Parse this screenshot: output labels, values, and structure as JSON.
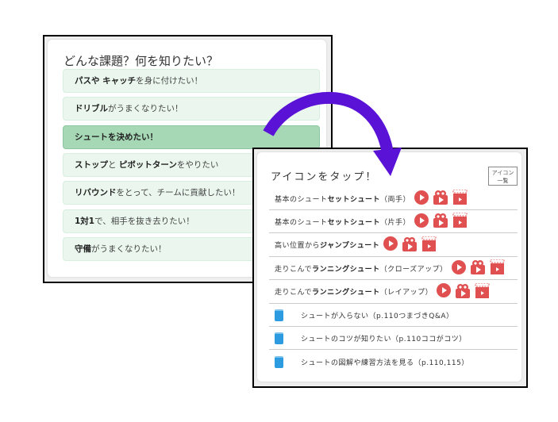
{
  "left": {
    "title": "どんな課題？何を知りたい？",
    "items": [
      [
        {
          "t": "パスや ",
          "b": true
        },
        {
          "t": "キャッチ",
          "b": true
        },
        {
          "t": "を身に付けたい！",
          "b": false
        }
      ],
      [
        {
          "t": "ドリブル",
          "b": true
        },
        {
          "t": "がうまくなりたい！",
          "b": false
        }
      ],
      [
        {
          "t": "シュートを決めたい！",
          "b": true
        }
      ],
      [
        {
          "t": "ストップ",
          "b": true
        },
        {
          "t": "と ",
          "b": false
        },
        {
          "t": "ピボットターン",
          "b": true
        },
        {
          "t": "をやりたい",
          "b": false
        }
      ],
      [
        {
          "t": "リバウンド",
          "b": true
        },
        {
          "t": "をとって、チームに貢献したい！",
          "b": false
        }
      ],
      [
        {
          "t": "1対1",
          "b": true
        },
        {
          "t": "で、相手を抜き去りたい！",
          "b": false
        }
      ],
      [
        {
          "t": "守備",
          "b": true
        },
        {
          "t": "がうまくなりたい！",
          "b": false
        }
      ]
    ],
    "selected": 2
  },
  "right": {
    "title": "アイコンをタップ！",
    "list_button": [
      "アイコン",
      "一覧"
    ],
    "videos": [
      {
        "pre": "基本のシュート ",
        "bold": "セットシュート",
        "post": "（両手）"
      },
      {
        "pre": "基本のシュート ",
        "bold": "セットシュート",
        "post": "（片手）"
      },
      {
        "pre": "高い位置から ",
        "bold": "ジャンプシュート",
        "post": ""
      },
      {
        "pre": "走りこんで ",
        "bold": "ランニングシュート",
        "post": "（クローズアップ）"
      },
      {
        "pre": "走りこんで ",
        "bold": "ランニングシュート",
        "post": "（レイアップ）"
      }
    ],
    "books": [
      "シュートが入らない（p.110つまづきQ&A）",
      "シュートのコツが知りたい（p.110ココがコツ）",
      "シュートの図解や練習方法を見る（p.110,115）"
    ]
  },
  "colors": {
    "icon_red": "#e05050",
    "arrow": "#5a12d6",
    "book": "#2d9be0",
    "selected": "#a6d8b6"
  }
}
